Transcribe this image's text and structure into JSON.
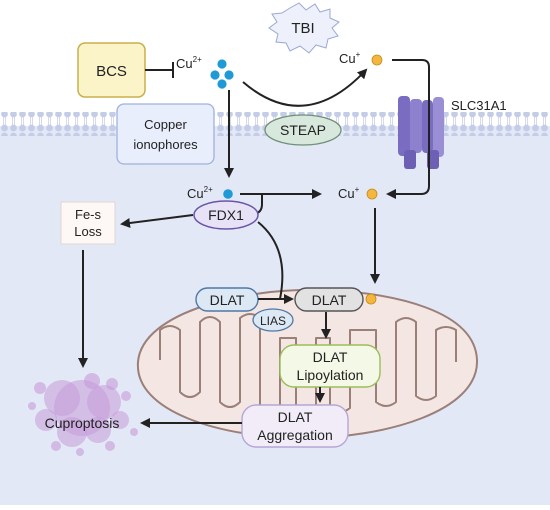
{
  "labels": {
    "tbi": "TBI",
    "bcs": "BCS",
    "cu2_top": "Cu",
    "cu2_top_sup": "2+",
    "cu1_top": "Cu",
    "cu1_top_sup": "+",
    "slc31a1": "SLC31A1",
    "copper_ionophores_line1": "Copper",
    "copper_ionophores_line2": "ionophores",
    "steap": "STEAP",
    "cu2_mid": "Cu",
    "cu2_mid_sup": "2+",
    "cu1_mid": "Cu",
    "cu1_mid_sup": "+",
    "fes_line1": "Fe-s",
    "fes_line2": "Loss",
    "fdx1": "FDX1",
    "dlat_left": "DLAT",
    "dlat_right": "DLAT",
    "lias": "LIAS",
    "lipoylation_line1": "DLAT",
    "lipoylation_line2": "Lipoylation",
    "aggregation_line1": "DLAT",
    "aggregation_line2": "Aggregation",
    "cuproptosis": "Cuproptosis"
  },
  "colors": {
    "cytoplasm": "#e3e8f7",
    "membrane_head": "#c3cde8",
    "bcs_fill": "#fbf4c8",
    "bcs_stroke": "#c8b04a",
    "cu2_blue": "#1e9bd6",
    "cu1_orange": "#f4b63f",
    "transporter": "#7a6cc0",
    "steap_fill": "#d9e8dc",
    "fdx1_fill": "#e7e2f6",
    "fdx1_stroke": "#6b55a8",
    "mito_outer": "#f4e6e2",
    "mito_stroke": "#9b7f79",
    "lipoylation_fill": "#f4f8e6",
    "lipoylation_stroke": "#9bbd5a",
    "aggregation_fill": "#f1ecf8",
    "aggregation_stroke": "#b5a6d6",
    "cuproptosis_purple": "#c79bd9"
  }
}
